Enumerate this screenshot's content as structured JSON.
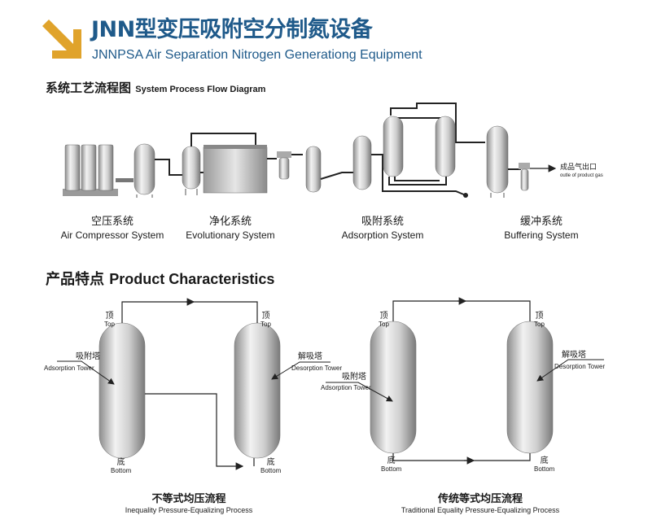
{
  "header": {
    "title": "JNN型变压吸附空分制氮设备",
    "subtitle": "JNNPSA Air Separation Nitrogen Generationg Equipment"
  },
  "process_section": {
    "title_cn": "系统工艺流程图",
    "title_en": "System Process Flow Diagram",
    "outlet_cn": "成品气出口",
    "outlet_en": "outle of product gas",
    "systems": [
      {
        "cn": "空压系统",
        "en": "Air Compressor System"
      },
      {
        "cn": "净化系统",
        "en": "Evolutionary System"
      },
      {
        "cn": "吸附系统",
        "en": "Adsorption System"
      },
      {
        "cn": "缓冲系统",
        "en": "Buffering System"
      }
    ]
  },
  "characteristics_section": {
    "title_cn": "产品特点",
    "title_en": "Product Characteristics",
    "left": {
      "top_cn": "顶",
      "top_en": "Top",
      "bottom_cn": "底",
      "bottom_en": "Bottom",
      "adsorb_cn": "吸附塔",
      "adsorb_en": "Adsorption Tower",
      "desorb_cn": "解吸塔",
      "desorb_en": "Desorption Tower",
      "caption_cn": "不等式均压流程",
      "caption_en": "Inequality Pressure-Equalizing Process"
    },
    "right": {
      "top_cn": "顶",
      "top_en": "Top",
      "bottom_cn": "底",
      "bottom_en": "Bottom",
      "adsorb_cn": "吸附塔",
      "adsorb_en": "Adsorption Tower",
      "desorb_cn": "解吸塔",
      "desorb_en": "Desorption Tower",
      "caption_cn": "传统等式均压流程",
      "caption_en": "Traditional Equality Pressure-Equalizing Process"
    }
  },
  "colors": {
    "brand_blue": "#1f5a8a",
    "logo_gold": "#e0a32b",
    "metal": "#b8b8b8"
  }
}
